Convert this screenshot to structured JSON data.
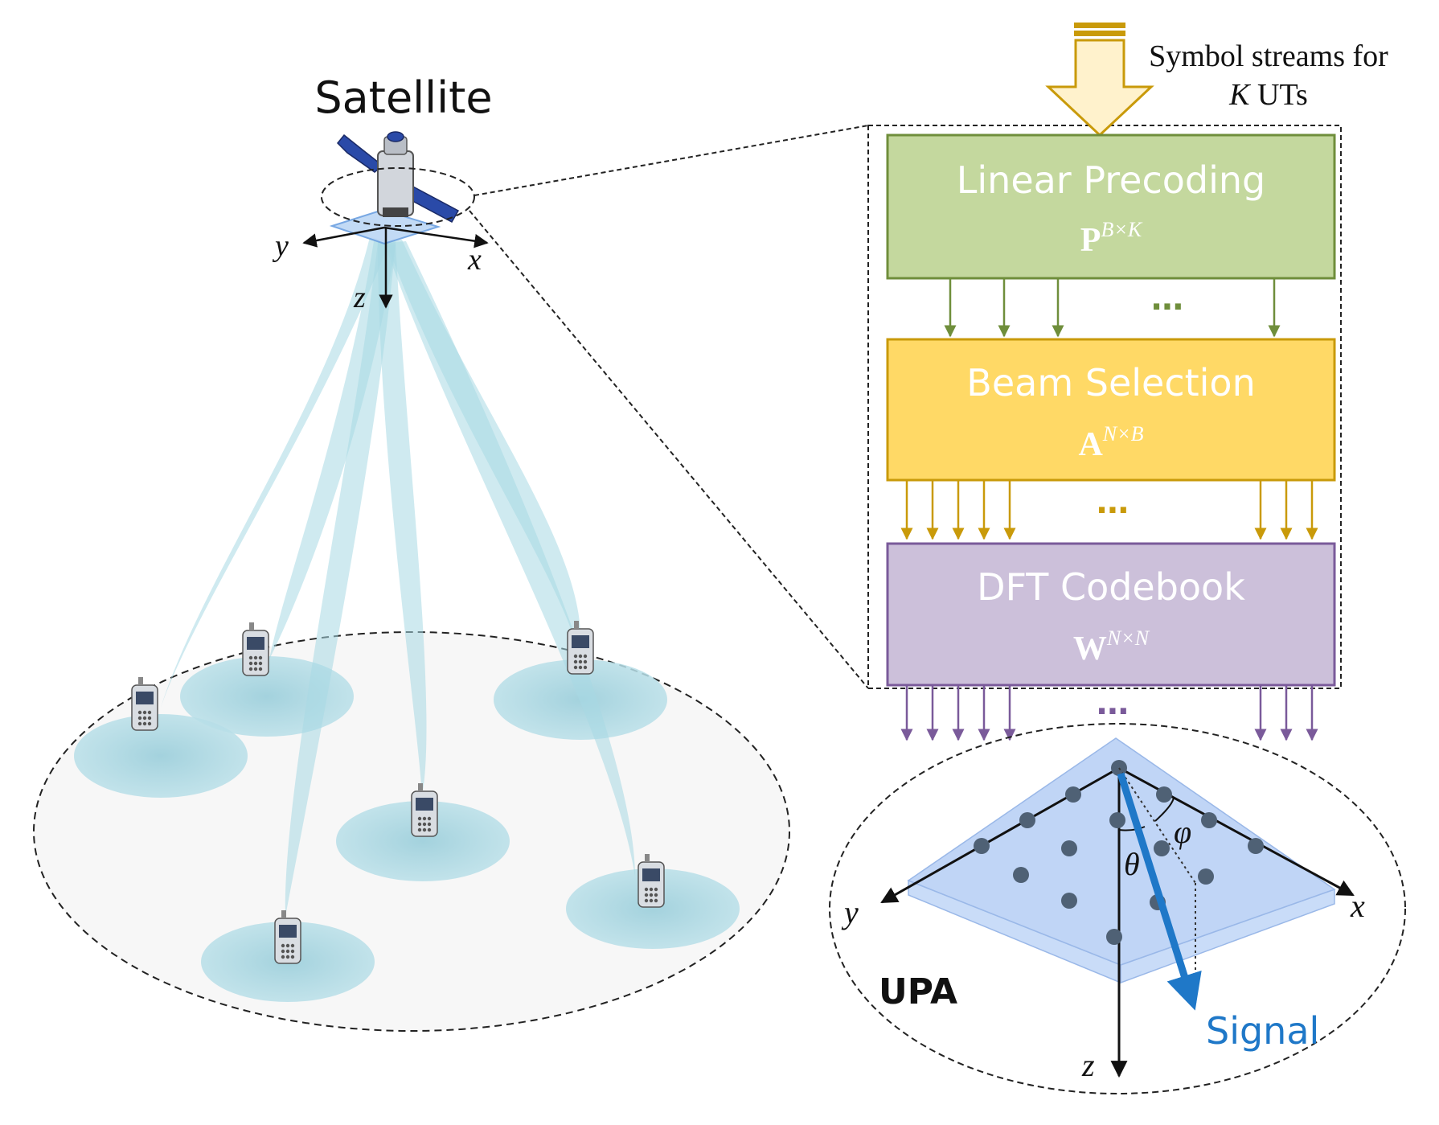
{
  "satellite": {
    "label": "Satellite"
  },
  "sat_axes": {
    "x": "x",
    "y": "y",
    "z": "z"
  },
  "input": {
    "line1": "Symbol streams for",
    "line2_var": "K",
    "line2_rest": " UTs"
  },
  "blocks": {
    "precoding": {
      "title": "Linear Precoding",
      "matrix": "P",
      "superscript": "B×K"
    },
    "selection": {
      "title": "Beam Selection",
      "matrix": "A",
      "superscript": "N×B"
    },
    "codebook": {
      "title": "DFT Codebook",
      "matrix": "W",
      "superscript": "N×N"
    }
  },
  "ellipsis": "⋯",
  "upa": {
    "label": "UPA",
    "signal": "Signal",
    "axes": {
      "x": "x",
      "y": "y",
      "z": "z"
    },
    "theta": "θ",
    "phi": "φ"
  },
  "colors": {
    "precoding_fill": "#c4d89e",
    "precoding_stroke": "#6f8e3b",
    "selection_fill": "#ffd966",
    "selection_stroke": "#c99a0a",
    "codebook_fill": "#ccc0da",
    "codebook_stroke": "#7a5a9a",
    "beam": "#a8d8e4",
    "signal": "#1f78c8"
  }
}
